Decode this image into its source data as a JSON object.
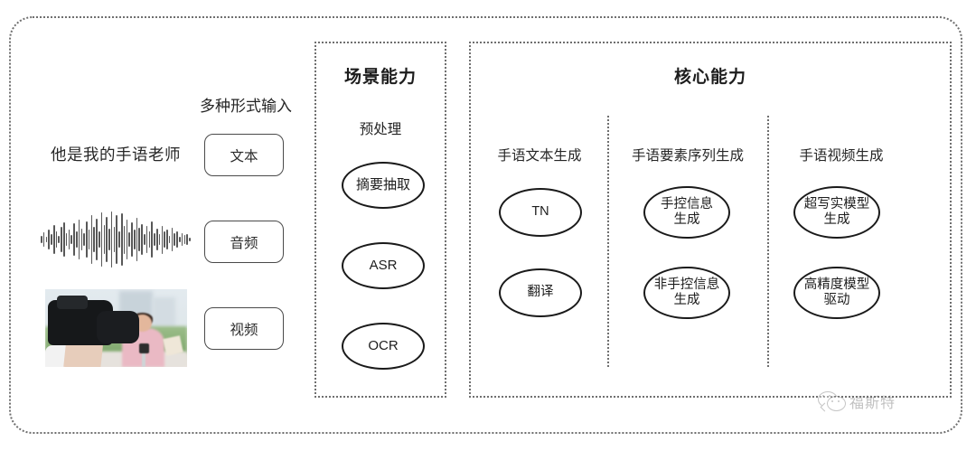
{
  "frame": {
    "border_color": "#6f6f6f"
  },
  "input_section": {
    "heading": "多种形式输入",
    "sentence": "他是我的手语老师",
    "modalities": [
      {
        "label": "文本",
        "icon": "text-icon"
      },
      {
        "label": "音频",
        "icon": "waveform-icon"
      },
      {
        "label": "视频",
        "icon": "video-thumbnail"
      }
    ]
  },
  "scene_panel": {
    "title": "场景能力",
    "group_label": "预处理",
    "nodes": [
      "摘要抽取",
      "ASR",
      "OCR"
    ]
  },
  "core_panel": {
    "title": "核心能力",
    "columns": [
      {
        "label": "手语文本生成",
        "nodes": [
          "TN",
          "翻译"
        ]
      },
      {
        "label": "手语要素序列生成",
        "nodes": [
          "手控信息\n生成",
          "非手控信息\n生成"
        ]
      },
      {
        "label": "手语视频生成",
        "nodes": [
          "超写实模型\n生成",
          "高精度模型\n驱动"
        ]
      }
    ]
  },
  "watermark": {
    "text": "福斯特",
    "icon": "wechat-icon"
  },
  "nodes_flat": {
    "scene_0": "摘要抽取",
    "scene_1": "ASR",
    "scene_2": "OCR",
    "core_0_0": "TN",
    "core_0_1": "翻译",
    "core_1_0_line1": "手控信息",
    "core_1_0_line2": "生成",
    "core_1_1_line1": "非手控信息",
    "core_1_1_line2": "生成",
    "core_2_0_line1": "超写实模型",
    "core_2_0_line2": "生成",
    "core_2_1_line1": "高精度模型",
    "core_2_1_line2": "驱动"
  }
}
